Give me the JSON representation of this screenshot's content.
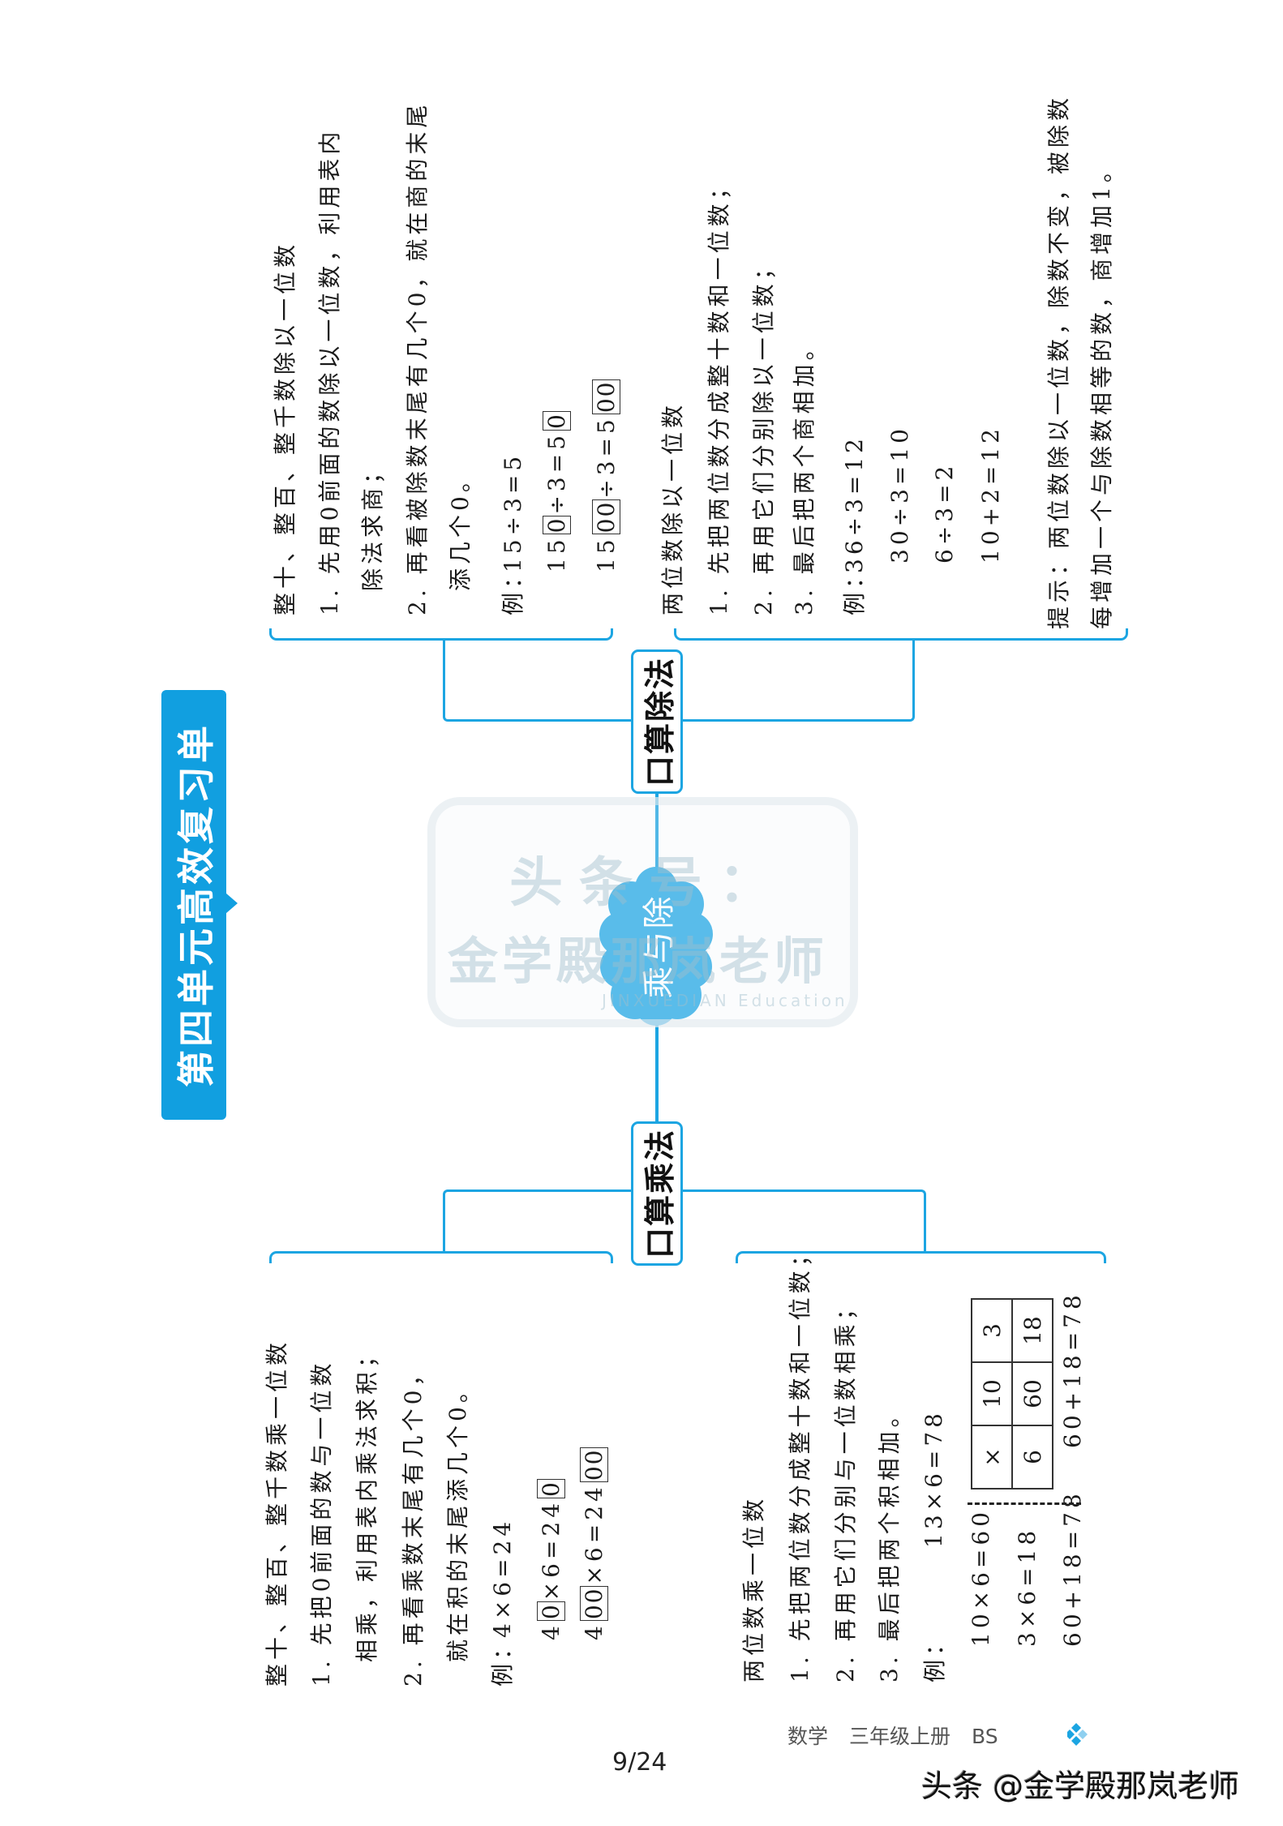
{
  "title": "第四单元高效复习单",
  "center_topic": "乘与除",
  "colors": {
    "accent": "#1ca5e2",
    "title_bg": "#119fe0",
    "cloud": "#27aae6"
  },
  "division": {
    "label": "口算除法",
    "group1": {
      "heading": "整十、整百、整千数除以一位数",
      "step1a": "1. 先用0前面的数除以一位数，利用表内",
      "step1b": "除法求商；",
      "step2a": "2. 再看被除数末尾有几个0，就在商的末尾",
      "step2b": "添几个0。",
      "example_label": "例：",
      "ex1": "15÷3=5",
      "ex2": [
        "15",
        "0",
        "÷3=5",
        "0"
      ],
      "ex3": [
        "15",
        "00",
        "÷3=5",
        "00"
      ]
    },
    "group2": {
      "heading": "两位数除以一位数",
      "step1": "1. 先把两位数分成整十数和一位数；",
      "step2": "2. 再用它们分别除以一位数；",
      "step3": "3. 最后把两个商相加。",
      "example_label": "例：",
      "ex1": "36÷3=12",
      "ex2": "30÷3=10",
      "ex3": "6÷3=2",
      "ex4": "10+2=12",
      "tip_a": "提示：两位数除以一位数，除数不变，被除数",
      "tip_b": "每增加一个与除数相等的数，商增加1。"
    }
  },
  "multiplication": {
    "label": "口算乘法",
    "group1": {
      "heading": "整十、整百、整千数乘一位数",
      "step1a": "1. 先把0前面的数与一位数",
      "step1b": "相乘，利用表内乘法求积；",
      "step2a": "2. 再看乘数末尾有几个0，",
      "step2b": "就在积的末尾添几个0。",
      "example_label": "例：",
      "ex1": "4×6=24",
      "ex2": [
        "4",
        "0",
        "×6=24",
        "0"
      ],
      "ex3": [
        "4",
        "00",
        "×6=24",
        "00"
      ]
    },
    "group2": {
      "heading": "两位数乘一位数",
      "step1": "1. 先把两位数分成整十数和一位数；",
      "step2": "2. 再用它们分别与一位数相乘；",
      "step3": "3. 最后把两个积相加。",
      "example_label": "例：",
      "ex_main": "13×6=78",
      "calc1": "10×6=60",
      "calc2": "3×6=18",
      "calc3": "60+18=78",
      "table": [
        [
          "×",
          "10",
          "3"
        ],
        [
          "6",
          "60",
          "18"
        ]
      ],
      "table_sum": "60+18=78"
    }
  },
  "watermark": {
    "line1": "头条号：",
    "line2": "金学殿那岚老师",
    "line3": "JINXUEDIAN Education"
  },
  "footer": {
    "subject": "数学",
    "grade": "三年级上册",
    "edition": "BS",
    "page": "9/24",
    "brand": "头条 @金学殿那岚老师"
  }
}
